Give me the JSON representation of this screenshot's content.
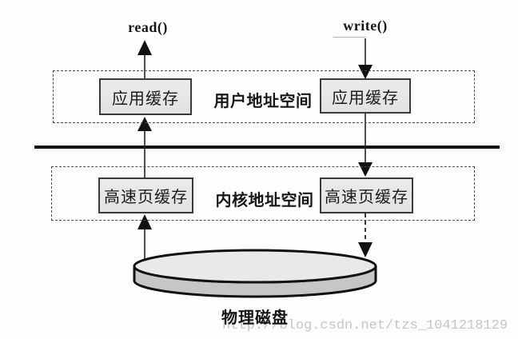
{
  "calls": {
    "read": "read()",
    "write": "write()"
  },
  "user_space": {
    "region_label": "用户地址空间",
    "read_buffer": "应用缓存",
    "write_buffer": "应用缓存"
  },
  "kernel_space": {
    "region_label": "内核地址空间",
    "read_cache": "高速页缓存",
    "write_cache": "高速页缓存"
  },
  "disk": {
    "label": "物理磁盘"
  },
  "watermark": "http://blog.csdn.net/tzs_1041218129",
  "colors": {
    "box_fill": "#e6e6e6",
    "box_border": "#3a3a3a",
    "dashed_border": "#4a4a4a",
    "line": "#1c1c1c",
    "disk_top_fill": "#e9e9e9",
    "disk_side_fill": "#c6c6c6",
    "watermark_text": "#c6c6c6",
    "background": "#fdfdfd"
  }
}
